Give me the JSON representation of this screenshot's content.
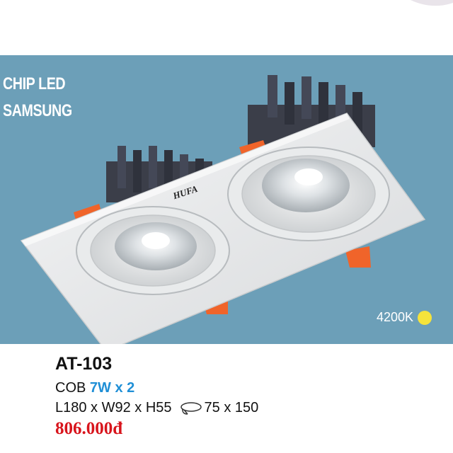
{
  "feature_label": {
    "line1": "CHIP LED",
    "line2": "SAMSUNG"
  },
  "brand_logo": "HUFA",
  "color_temperature": {
    "label": "4200K",
    "dot_color": "#f5e33b"
  },
  "product": {
    "model": "AT-103",
    "power_prefix": "COB",
    "power_value": "7W x 2",
    "dimensions": "L180 x W92 x H55",
    "cutout": "75 x 150",
    "cutout_icon": "cutout-hole-icon",
    "price": "806.000đ"
  },
  "colors": {
    "background_photo": "#6c9fb8",
    "price": "#d8141c",
    "highlight": "#1f8fd6"
  }
}
